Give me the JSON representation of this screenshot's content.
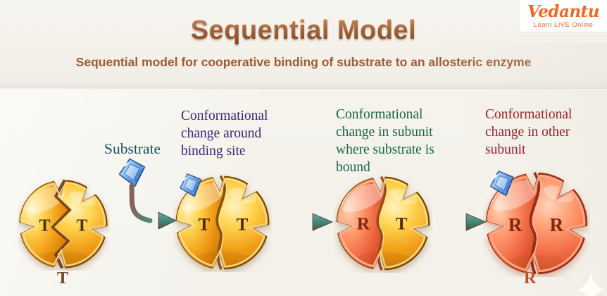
{
  "brand": {
    "name": "Vedantu",
    "tagline": "Learn LIVE Online"
  },
  "header": {
    "title": "Sequential Model",
    "subtitle": "Sequential model for cooperative binding of substrate to an allosteric enzyme"
  },
  "labels": {
    "substrate": "Substrate",
    "binding_site_note": "Conformational change around binding site",
    "bound_subunit_note": "Conformational change in subunit where substrate is bound",
    "other_subunit_note": "Conformational change in other subunit"
  },
  "enzymes": [
    {
      "left": "T",
      "right": "T",
      "state": "T",
      "has_substrate": false
    },
    {
      "left": "T",
      "right": "T",
      "has_substrate": true
    },
    {
      "left": "R",
      "right": "T",
      "has_substrate": false
    },
    {
      "left": "R",
      "right": "R",
      "state": "R",
      "has_substrate": true
    }
  ],
  "colors": {
    "tense_gold": "#eda018",
    "relaxed_red": "#ef6a44",
    "substrate_blue": "#4d8fdd",
    "title_copper": "#9a5c30",
    "note_purple": "#3f2473",
    "note_green": "#17663f",
    "note_red": "#9c1f2b",
    "substrate_teal": "#14545c",
    "brand_orange": "#f26722"
  }
}
